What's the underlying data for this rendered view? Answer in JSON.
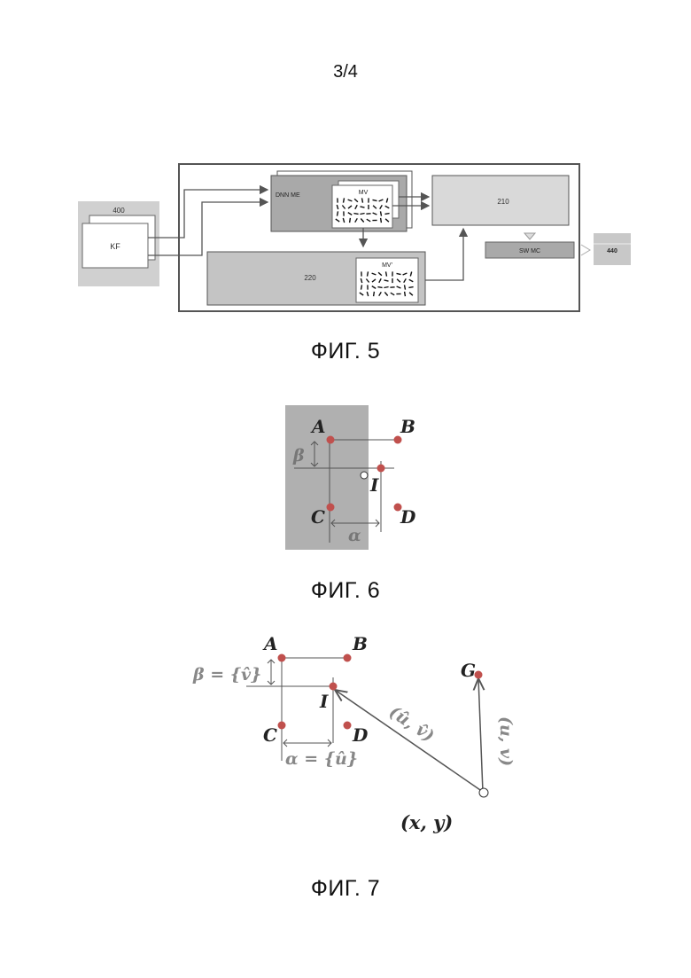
{
  "page": {
    "number": "3/4"
  },
  "fig5": {
    "caption": "ФИГ. 5",
    "labels": {
      "input_group": "400",
      "keyframe": "KF",
      "dnn_me": "DNN ME",
      "mv": "MV",
      "mv_prime": "MV'",
      "block_210": "210",
      "block_220": "220",
      "sw_mc": "SW MC",
      "output": "440"
    }
  },
  "fig6": {
    "caption": "ФИГ. 6",
    "points": {
      "a": "A",
      "b": "B",
      "c": "C",
      "d": "D",
      "i": "I"
    },
    "alpha": "α",
    "beta": "β"
  },
  "fig7": {
    "caption": "ФИГ. 7",
    "points": {
      "a": "A",
      "b": "B",
      "c": "C",
      "d": "D",
      "i": "I",
      "g": "G"
    },
    "beta_label": "β = {v̂}",
    "alpha_label": "α = {û}",
    "vector_label": "(û, v̂)",
    "vector2_label": "(u, v)",
    "origin_label": "(x, y)"
  },
  "colors": {
    "ink": "#444444",
    "dot": "#c0504d",
    "panel_gray": "#c8c8c8",
    "block_gray": "#a9a9a9",
    "light_gray": "#d9d9d9",
    "dim_text": "#888888"
  }
}
